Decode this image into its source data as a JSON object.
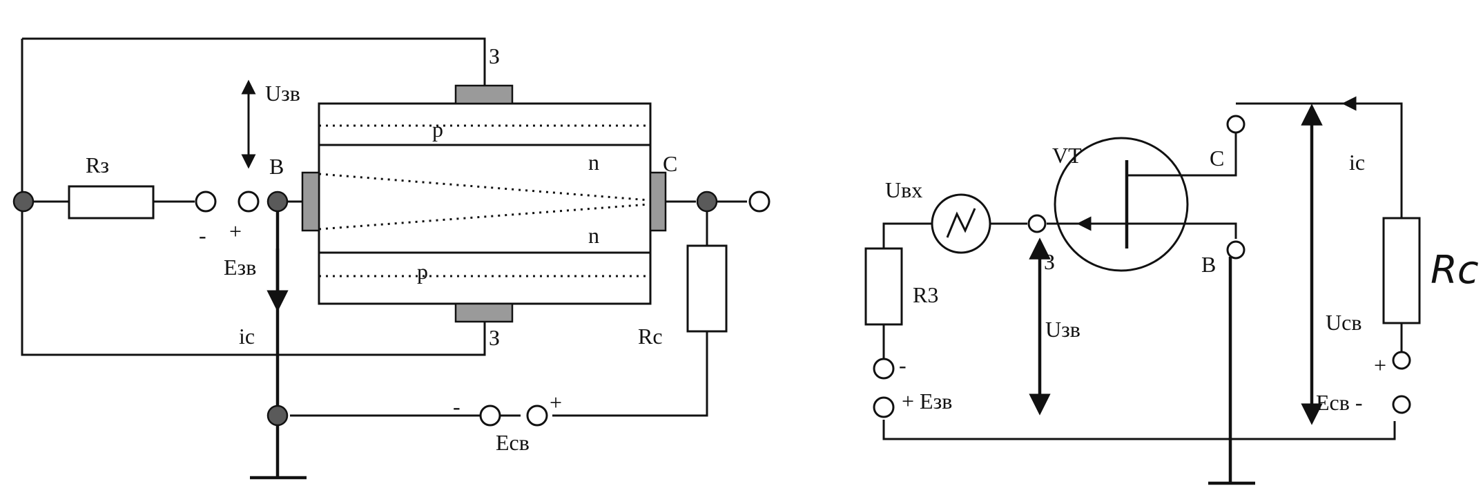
{
  "left_diagram": {
    "labels": {
      "gate_top": "З",
      "gate_bottom": "З",
      "u_gate_source": "Uзв",
      "r_gate": "Rз",
      "source": "В",
      "drain": "С",
      "minus_gate": "-",
      "plus_gate": "+",
      "e_gate_source": "Eзв",
      "ic": "ic",
      "p_top": "p",
      "p_bottom": "p",
      "n_top": "n",
      "n_bottom": "n",
      "r_drain": "Rc",
      "minus_drain": "-",
      "plus_drain": "+",
      "e_drain_source": "Eсв"
    }
  },
  "right_diagram": {
    "labels": {
      "vt": "VT",
      "drain": "C",
      "source": "B",
      "gate": "З",
      "u_in": "Uвх",
      "r_gate": "R3",
      "u_gate_source": "Uзв",
      "minus_gate": "-",
      "plus_e_gate": "+ Eзв",
      "ic": "ic",
      "u_drain_source": "Uсв",
      "r_drain": "Rc",
      "plus_drain": "+",
      "e_drain_source": "Eсв -"
    }
  },
  "colors": {
    "ink": "#111111",
    "node_fill": "#5a5a5a",
    "contact_fill": "#9a9a9a",
    "background": "#ffffff"
  }
}
